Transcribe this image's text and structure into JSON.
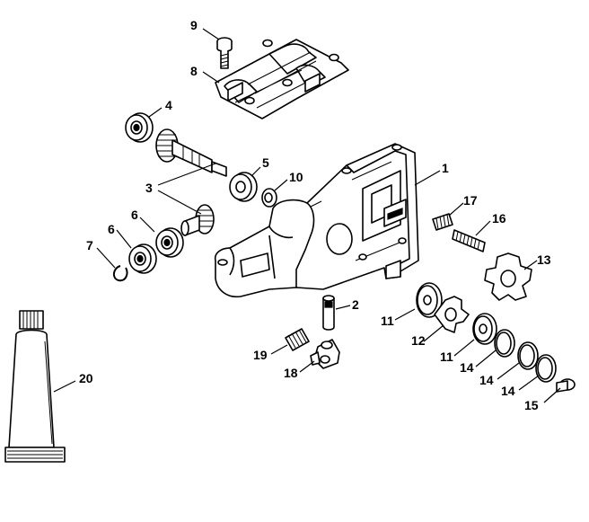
{
  "callouts": [
    {
      "id": "c9",
      "text": "9"
    },
    {
      "id": "c8",
      "text": "8"
    },
    {
      "id": "c4",
      "text": "4"
    },
    {
      "id": "c3",
      "text": "3"
    },
    {
      "id": "c5",
      "text": "5"
    },
    {
      "id": "c10",
      "text": "10"
    },
    {
      "id": "c1",
      "text": "1"
    },
    {
      "id": "c17",
      "text": "17"
    },
    {
      "id": "c16",
      "text": "16"
    },
    {
      "id": "c6a",
      "text": "6"
    },
    {
      "id": "c6b",
      "text": "6"
    },
    {
      "id": "c7",
      "text": "7"
    },
    {
      "id": "c13",
      "text": "13"
    },
    {
      "id": "c2",
      "text": "2"
    },
    {
      "id": "c11a",
      "text": "11"
    },
    {
      "id": "c12",
      "text": "12"
    },
    {
      "id": "c11b",
      "text": "11"
    },
    {
      "id": "c19",
      "text": "19"
    },
    {
      "id": "c18",
      "text": "18"
    },
    {
      "id": "c14a",
      "text": "14"
    },
    {
      "id": "c14b",
      "text": "14"
    },
    {
      "id": "c14c",
      "text": "14"
    },
    {
      "id": "c15",
      "text": "15"
    },
    {
      "id": "c20",
      "text": "20"
    }
  ]
}
